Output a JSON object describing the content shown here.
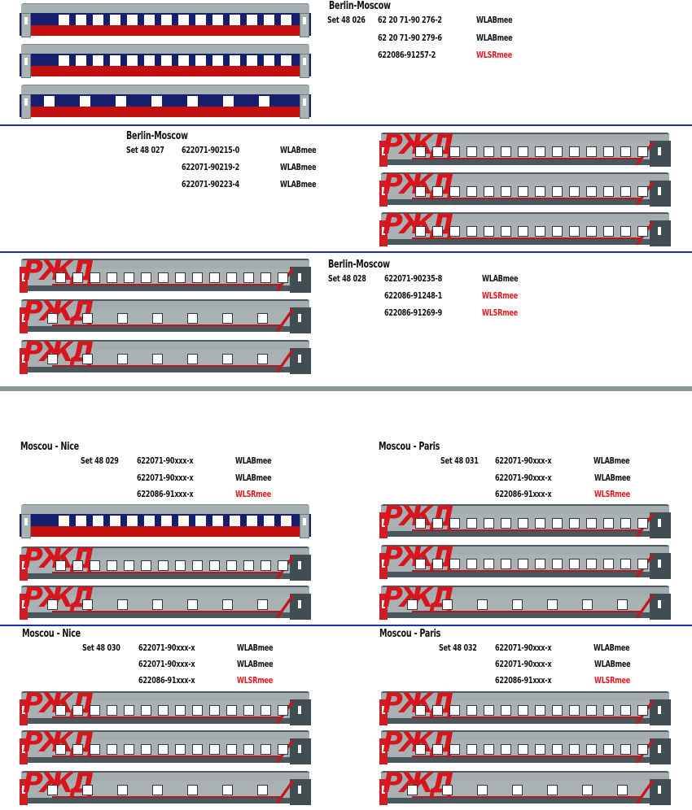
{
  "colors": {
    "divider_blue": "#1f2fb0",
    "divider_gray": "#8a9598",
    "red_label": "#e8161e",
    "text": "#111111",
    "coach_blue": "#14206e",
    "coach_red": "#c3100e",
    "rzd_gray": "#a9b1b3",
    "rzd_red": "#d21b22"
  },
  "sections": [
    {
      "title": "Berlin-Moscow",
      "set": "Set 48 026",
      "livery": "blue-red",
      "cars": [
        {
          "number": "62 20 71-90 276-2",
          "type": "WLABmee",
          "highlight": false
        },
        {
          "number": "62 20 71-90 279-6",
          "type": "WLABmee",
          "highlight": false
        },
        {
          "number": "622086-91257-2",
          "type": "WLSRmee",
          "highlight": true
        }
      ]
    },
    {
      "title": "Berlin-Moscow",
      "set": "Set 48 027",
      "livery": "rzd",
      "cars": [
        {
          "number": "622071-90215-0",
          "type": "WLABmee",
          "highlight": false
        },
        {
          "number": "622071-90219-2",
          "type": "WLABmee",
          "highlight": false
        },
        {
          "number": "622071-90223-4",
          "type": "WLABmee",
          "highlight": false
        }
      ]
    },
    {
      "title": "Berlin-Moscow",
      "set": "Set 48 028",
      "livery": "rzd",
      "cars": [
        {
          "number": "622071-90235-8",
          "type": "WLABmee",
          "highlight": false
        },
        {
          "number": "622086-91248-1",
          "type": "WLSRmee",
          "highlight": true
        },
        {
          "number": "622086-91269-9",
          "type": "WLSRmee",
          "highlight": true
        }
      ]
    },
    {
      "title": "Moscou - Nice",
      "set": "Set 48 029",
      "livery": "mixed",
      "cars": [
        {
          "number": "622071-90xxx-x",
          "type": "WLABmee",
          "highlight": false
        },
        {
          "number": "622071-90xxx-x",
          "type": "WLABmee",
          "highlight": false
        },
        {
          "number": "622086-91xxx-x",
          "type": "WLSRmee",
          "highlight": true
        }
      ]
    },
    {
      "title": "Moscou - Paris",
      "set": "Set 48 031",
      "livery": "rzd",
      "cars": [
        {
          "number": "622071-90xxx-x",
          "type": "WLABmee",
          "highlight": false
        },
        {
          "number": "622071-90xxx-x",
          "type": "WLABmee",
          "highlight": false
        },
        {
          "number": "622086-91xxx-x",
          "type": "WLSRmee",
          "highlight": true
        }
      ]
    },
    {
      "title": "Moscou - Nice",
      "set": "Set 48 030",
      "livery": "rzd",
      "cars": [
        {
          "number": "622071-90xxx-x",
          "type": "WLABmee",
          "highlight": false
        },
        {
          "number": "622071-90xxx-x",
          "type": "WLABmee",
          "highlight": false
        },
        {
          "number": "622086-91xxx-x",
          "type": "WLSRmee",
          "highlight": true
        }
      ]
    },
    {
      "title": "Moscou - Paris",
      "set": "Set 48 032",
      "livery": "rzd",
      "cars": [
        {
          "number": "622071-90xxx-x",
          "type": "WLABmee",
          "highlight": false
        },
        {
          "number": "622071-90xxx-x",
          "type": "WLABmee",
          "highlight": false
        },
        {
          "number": "622086-91xxx-x",
          "type": "WLSRmee",
          "highlight": true
        }
      ]
    }
  ],
  "logo_text": "РЖД"
}
